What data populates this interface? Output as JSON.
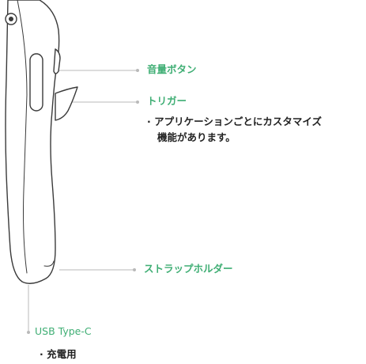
{
  "colors": {
    "accent": "#3fae74",
    "line": "#b9b9b9",
    "device_outline": "#3a3a3a"
  },
  "callouts": {
    "volume": {
      "title": "音量ボタン"
    },
    "trigger": {
      "title": "トリガー",
      "desc_line1": "· アプリケーションごとにカスタマイズ",
      "desc_line2": "機能があります。"
    },
    "strap": {
      "title": "ストラップホルダー"
    },
    "usb": {
      "title": "USB Type-C",
      "desc": "· 充電用"
    }
  }
}
